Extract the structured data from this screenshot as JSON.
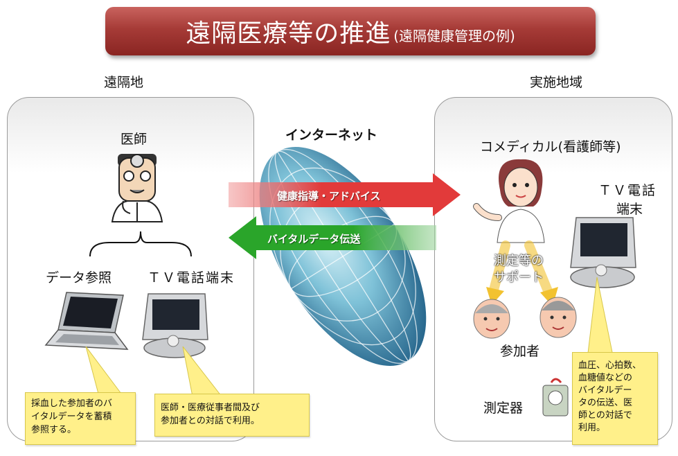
{
  "title": {
    "main": "遠隔医療等の推進",
    "sub": "(遠隔健康管理の例)"
  },
  "left_region": {
    "label": "遠隔地",
    "doctor": "医師",
    "data_ref": "データ参照",
    "tv_phone": "ＴＶ電話端末",
    "callout_laptop": [
      "採血した参加者のバ",
      "イタルデータを蓄積",
      "参照する。"
    ],
    "callout_tv": [
      "医師・医療従事者間及び",
      "参加者との対話で利用。"
    ]
  },
  "center": {
    "internet": "インターネット",
    "arrow_right": "健康指導・アドバイス",
    "arrow_left": "バイタルデータ伝送"
  },
  "right_region": {
    "label": "実施地域",
    "comedical": "コメディカル(看護師等)",
    "tv_phone_l1": "ＴＶ電話",
    "tv_phone_l2": "端末",
    "support_l1": "測定等の",
    "support_l2": "サポート",
    "participants": "参加者",
    "device": "測定器",
    "callout": [
      "血圧、心拍数、",
      "血糖値などの",
      "バイタルデー",
      "タの伝送、医",
      "師との対話で",
      "利用。"
    ]
  },
  "colors": {
    "title_bg": "#a63b37",
    "arrow_right": "#e23a3a",
    "arrow_left": "#2aa52a",
    "callout": "#fff08a"
  }
}
